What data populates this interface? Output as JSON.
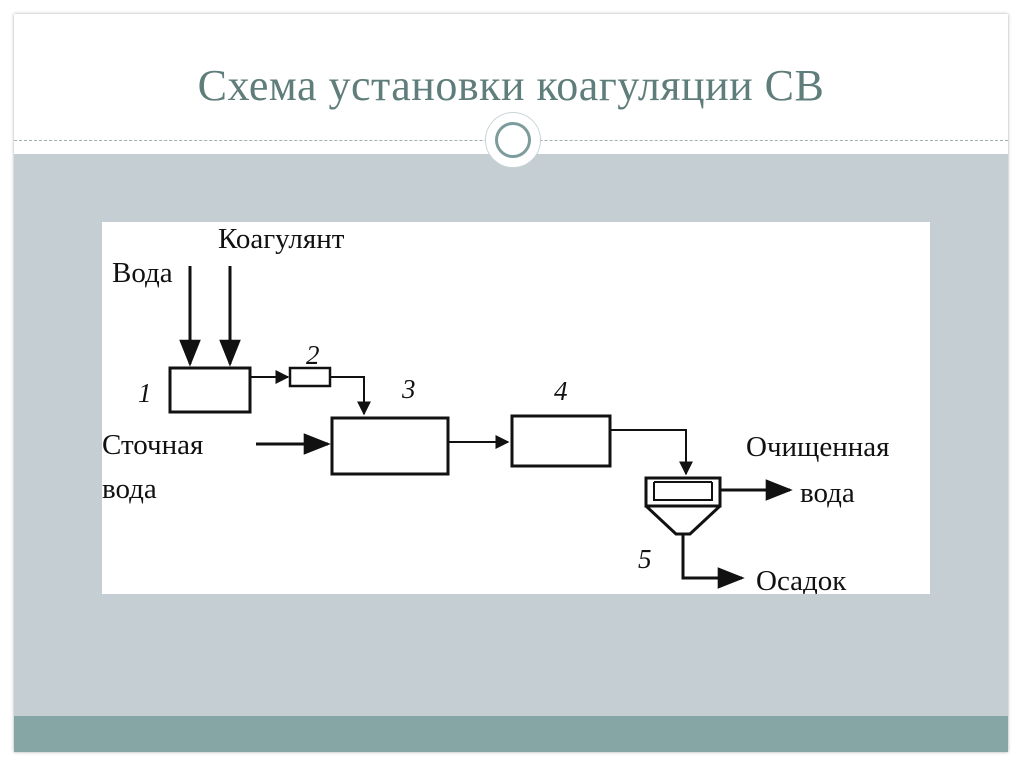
{
  "slide": {
    "title": "Схема установки коагуляции СВ"
  },
  "diagram": {
    "labels": {
      "water": "Вода",
      "coagulant": "Коагулянт",
      "wastewater_line1": "Сточная",
      "wastewater_line2": "вода",
      "cleaned_line1": "Очищенная",
      "cleaned_line2": "вода",
      "sediment": "Осадок"
    },
    "numbers": {
      "unit1": "1",
      "unit2": "2",
      "unit3": "3",
      "unit4": "4",
      "unit5": "5"
    }
  },
  "colors": {
    "title": "#5f7d7a",
    "content_background": "#c5cfd3",
    "footer": "#86a5a5"
  }
}
